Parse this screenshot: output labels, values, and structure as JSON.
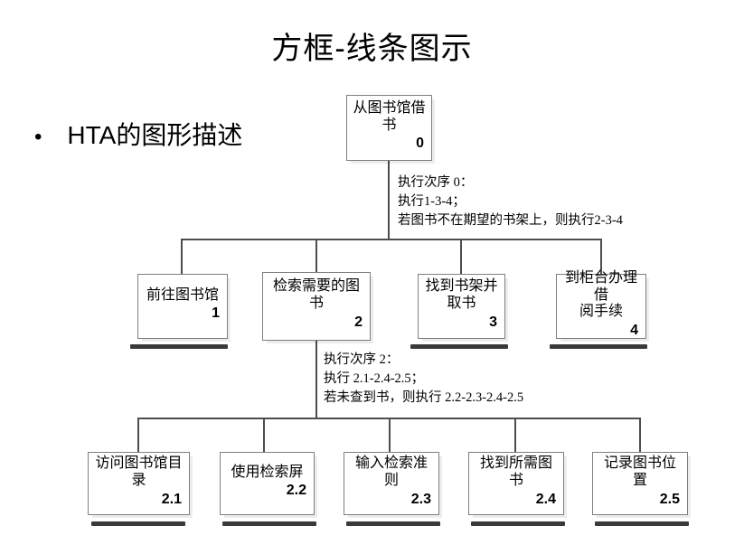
{
  "slide": {
    "title": "方框-线条图示",
    "bullet_marker": "•",
    "bullet_text": "HTA的图形描述"
  },
  "diagram": {
    "type": "hierarchical-task-analysis",
    "root": {
      "label": "从图书馆借书",
      "number": "0"
    },
    "level1": [
      {
        "label": "前往图书馆",
        "number": "1",
        "terminal": true
      },
      {
        "label": "检索需要的图书",
        "number": "2",
        "terminal": false
      },
      {
        "label": "找到书架并\n取书",
        "number": "3",
        "terminal": true
      },
      {
        "label": "到柜台办理借\n阅手续",
        "number": "4",
        "terminal": true
      }
    ],
    "level2": [
      {
        "label": "访问图书馆目录",
        "number": "2.1",
        "terminal": true
      },
      {
        "label": "使用检索屏",
        "number": "2.2",
        "terminal": true
      },
      {
        "label": "输入检索准则",
        "number": "2.3",
        "terminal": true
      },
      {
        "label": "找到所需图书",
        "number": "2.4",
        "terminal": true
      },
      {
        "label": "记录图书位置",
        "number": "2.5",
        "terminal": true
      }
    ],
    "notes": [
      "执行次序 0：\n执行1-3-4；\n若图书不在期望的书架上，则执行2-3-4",
      "执行次序 2：\n执行 2.1-2.4-2.5；\n若未查到书，则执行 2.2-2.3-2.4-2.5"
    ]
  },
  "colors": {
    "box_border": "#7f7f7f",
    "box_fill": "#ffffff",
    "line": "#4d4d4d",
    "stop_bar": "#3a3a3a",
    "text": "#000000",
    "background": "#ffffff"
  }
}
